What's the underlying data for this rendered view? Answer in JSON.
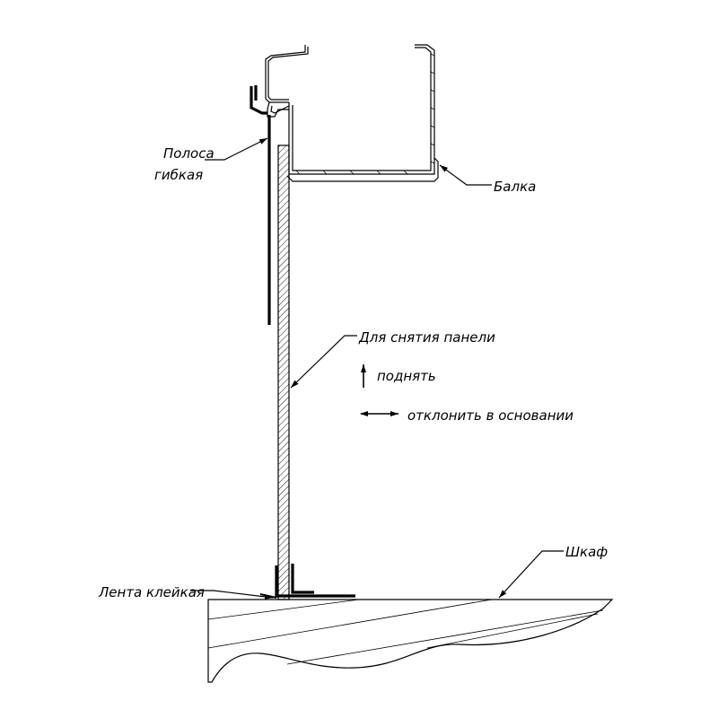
{
  "labels": {
    "strip_line1": "Полоса",
    "strip_line2": "гибкая",
    "beam": "Балка",
    "panel_removal": "Для снятия панели",
    "lift": "поднять",
    "tilt_base": "отклонить в основании",
    "cabinet": "Шкаф",
    "tape": "Лента клейкая"
  },
  "arrows": {
    "lift": "arrow-up-icon",
    "tilt": "arrow-left-right-icon"
  }
}
